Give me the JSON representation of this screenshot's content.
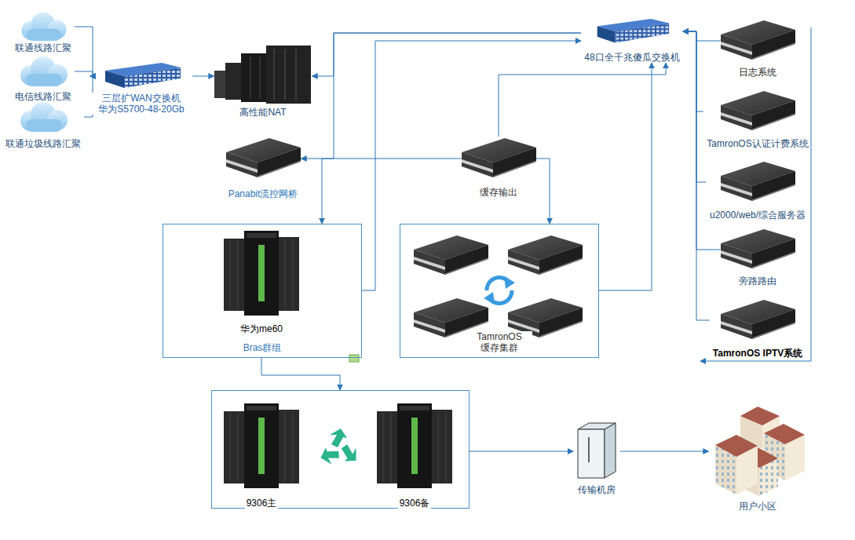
{
  "diagram": {
    "nodes": [
      {
        "text": [
          "联通线路汇聚"
        ]
      },
      {
        "text": [
          "电信线路汇聚"
        ]
      },
      {
        "text": [
          "联通垃圾线路汇聚"
        ]
      },
      {
        "text": [
          "三层扩WAN交换机 华为S5700-48-20Gb"
        ]
      },
      {
        "text": [
          "高性能NAT"
        ]
      },
      {
        "text": [
          "48口全千兆傻瓜交换机"
        ]
      },
      {
        "text": [
          "日志系统"
        ]
      },
      {
        "text": [
          "TamronOS认证计费系统"
        ]
      },
      {
        "text": [
          "u2000/web/综合服务器"
        ]
      },
      {
        "text": [
          "旁路路由"
        ]
      },
      {
        "text": [
          "TamronOS IPTV系统"
        ]
      },
      {
        "text": [
          "Panabit流控网桥"
        ]
      },
      {
        "text": [
          "缓存输出"
        ]
      },
      {
        "text": [
          "Bras群组"
        ]
      },
      {
        "text": [
          "华为me60"
        ],
        "in": 13
      },
      {
        "text": [
          "TamronOS 缓存集群"
        ]
      },
      {
        "text": []
      },
      {
        "text": [
          "9306主"
        ],
        "in": 16
      },
      {
        "text": [
          "9306备"
        ],
        "in": 16
      },
      {
        "text": [
          "传输机房"
        ]
      },
      {
        "text": [
          "用户小区"
        ]
      }
    ],
    "edges": [
      {
        "from": 0,
        "to": 3,
        "arrow": "to"
      },
      {
        "from": 1,
        "to": 3,
        "arrow": "to"
      },
      {
        "from": 2,
        "to": 3,
        "arrow": "to"
      },
      {
        "from": 3,
        "to": 4,
        "arrow": "to"
      },
      {
        "from": 5,
        "to": 4,
        "arrow": "to"
      },
      {
        "from": 5,
        "to": 11,
        "arrow": "to"
      },
      {
        "from": 12,
        "to": 5,
        "arrow": "to"
      },
      {
        "from": 12,
        "to": 13,
        "arrow": "to"
      },
      {
        "from": 12,
        "to": 15,
        "arrow": "to"
      },
      {
        "from": 13,
        "to": 5,
        "arrow": "to"
      },
      {
        "from": 15,
        "to": 5,
        "arrow": "to"
      },
      {
        "from": 6,
        "to": 5,
        "arrow": "to"
      },
      {
        "from": 7,
        "to": 5,
        "arrow": "to"
      },
      {
        "from": 8,
        "to": 5,
        "arrow": "to"
      },
      {
        "from": 9,
        "to": 5,
        "arrow": "to"
      },
      {
        "from": 10,
        "to": 5,
        "arrow": "to"
      },
      {
        "from": 13,
        "to": 16,
        "arrow": "to"
      },
      {
        "from": 16,
        "to": 19,
        "arrow": "to"
      },
      {
        "from": 19,
        "to": 20,
        "arrow": "to"
      }
    ]
  }
}
